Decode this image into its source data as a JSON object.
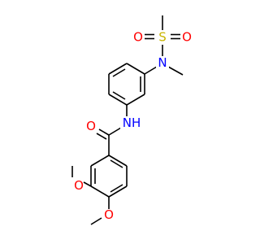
{
  "molecule": {
    "atoms": {
      "s1": {
        "symbol": "S",
        "color": "#c8b400"
      },
      "o_s_left": {
        "symbol": "O",
        "color": "#ff0000"
      },
      "o_s_right": {
        "symbol": "O",
        "color": "#ff0000"
      },
      "n_sulfonamide": {
        "symbol": "N",
        "color": "#0000ff"
      },
      "n_amide": {
        "symbol": "NH",
        "color": "#0000ff"
      },
      "o_carbonyl": {
        "symbol": "O",
        "color": "#ff0000"
      },
      "o_methoxy_1": {
        "symbol": "O",
        "color": "#ff0000"
      },
      "o_methoxy_2": {
        "symbol": "O",
        "color": "#ff0000"
      }
    },
    "bond_color": "#000000"
  }
}
